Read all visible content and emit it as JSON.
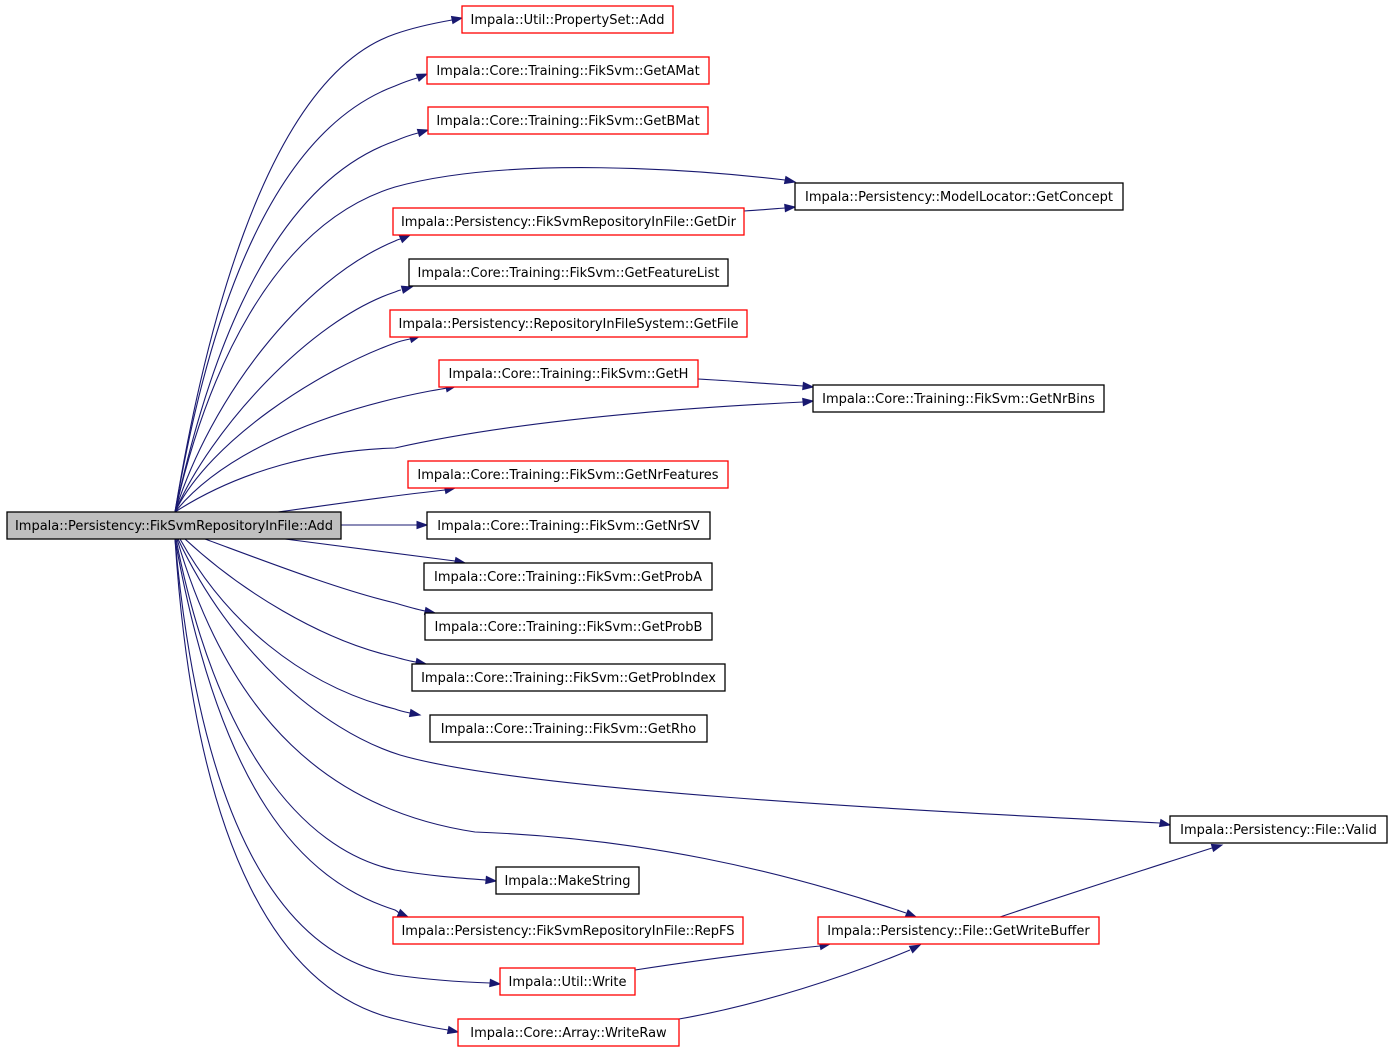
{
  "graph": {
    "colors": {
      "edge": "#191970",
      "root_fill": "#bfbfbf",
      "root_border": "#000000",
      "linked_border": "#000000",
      "truncated_border": "#ff0000",
      "node_fill": "#ffffff"
    },
    "nodes": [
      {
        "id": "root",
        "label": "Impala::Persistency::FikSvmRepositoryInFile::Add",
        "style": "root"
      },
      {
        "id": "propertyset-add",
        "label": "Impala::Util::PropertySet::Add",
        "style": "truncated"
      },
      {
        "id": "getamat",
        "label": "Impala::Core::Training::FikSvm::GetAMat",
        "style": "truncated"
      },
      {
        "id": "getbmat",
        "label": "Impala::Core::Training::FikSvm::GetBMat",
        "style": "truncated"
      },
      {
        "id": "getconcept",
        "label": "Impala::Persistency::ModelLocator::GetConcept",
        "style": "normal"
      },
      {
        "id": "getdir",
        "label": "Impala::Persistency::FikSvmRepositoryInFile::GetDir",
        "style": "truncated"
      },
      {
        "id": "getfeaturelist",
        "label": "Impala::Core::Training::FikSvm::GetFeatureList",
        "style": "normal"
      },
      {
        "id": "getfile",
        "label": "Impala::Persistency::RepositoryInFileSystem::GetFile",
        "style": "truncated"
      },
      {
        "id": "geth",
        "label": "Impala::Core::Training::FikSvm::GetH",
        "style": "truncated"
      },
      {
        "id": "getnrbins",
        "label": "Impala::Core::Training::FikSvm::GetNrBins",
        "style": "normal"
      },
      {
        "id": "getnrfeatures",
        "label": "Impala::Core::Training::FikSvm::GetNrFeatures",
        "style": "truncated"
      },
      {
        "id": "getnrsv",
        "label": "Impala::Core::Training::FikSvm::GetNrSV",
        "style": "normal"
      },
      {
        "id": "getproba",
        "label": "Impala::Core::Training::FikSvm::GetProbA",
        "style": "normal"
      },
      {
        "id": "getprobb",
        "label": "Impala::Core::Training::FikSvm::GetProbB",
        "style": "normal"
      },
      {
        "id": "getprobindex",
        "label": "Impala::Core::Training::FikSvm::GetProbIndex",
        "style": "normal"
      },
      {
        "id": "getrho",
        "label": "Impala::Core::Training::FikSvm::GetRho",
        "style": "normal"
      },
      {
        "id": "file-valid",
        "label": "Impala::Persistency::File::Valid",
        "style": "normal"
      },
      {
        "id": "makestring",
        "label": "Impala::MakeString",
        "style": "normal"
      },
      {
        "id": "repfs",
        "label": "Impala::Persistency::FikSvmRepositoryInFile::RepFS",
        "style": "truncated"
      },
      {
        "id": "getwritebuffer",
        "label": "Impala::Persistency::File::GetWriteBuffer",
        "style": "truncated"
      },
      {
        "id": "util-write",
        "label": "Impala::Util::Write",
        "style": "truncated"
      },
      {
        "id": "writeraw",
        "label": "Impala::Core::Array::WriteRaw",
        "style": "truncated"
      }
    ],
    "edges": [
      {
        "from": "root",
        "to": "propertyset-add"
      },
      {
        "from": "root",
        "to": "getamat"
      },
      {
        "from": "root",
        "to": "getbmat"
      },
      {
        "from": "root",
        "to": "getconcept"
      },
      {
        "from": "root",
        "to": "getdir"
      },
      {
        "from": "root",
        "to": "getfeaturelist"
      },
      {
        "from": "root",
        "to": "getfile"
      },
      {
        "from": "root",
        "to": "geth"
      },
      {
        "from": "root",
        "to": "getnrbins"
      },
      {
        "from": "root",
        "to": "getnrfeatures"
      },
      {
        "from": "root",
        "to": "getnrsv"
      },
      {
        "from": "root",
        "to": "getproba"
      },
      {
        "from": "root",
        "to": "getprobb"
      },
      {
        "from": "root",
        "to": "getprobindex"
      },
      {
        "from": "root",
        "to": "getrho"
      },
      {
        "from": "root",
        "to": "file-valid"
      },
      {
        "from": "root",
        "to": "getwritebuffer"
      },
      {
        "from": "root",
        "to": "makestring"
      },
      {
        "from": "root",
        "to": "repfs"
      },
      {
        "from": "root",
        "to": "util-write"
      },
      {
        "from": "root",
        "to": "writeraw"
      },
      {
        "from": "getdir",
        "to": "getconcept"
      },
      {
        "from": "geth",
        "to": "getnrbins"
      },
      {
        "from": "getwritebuffer",
        "to": "file-valid"
      },
      {
        "from": "util-write",
        "to": "getwritebuffer"
      },
      {
        "from": "writeraw",
        "to": "getwritebuffer"
      }
    ]
  }
}
